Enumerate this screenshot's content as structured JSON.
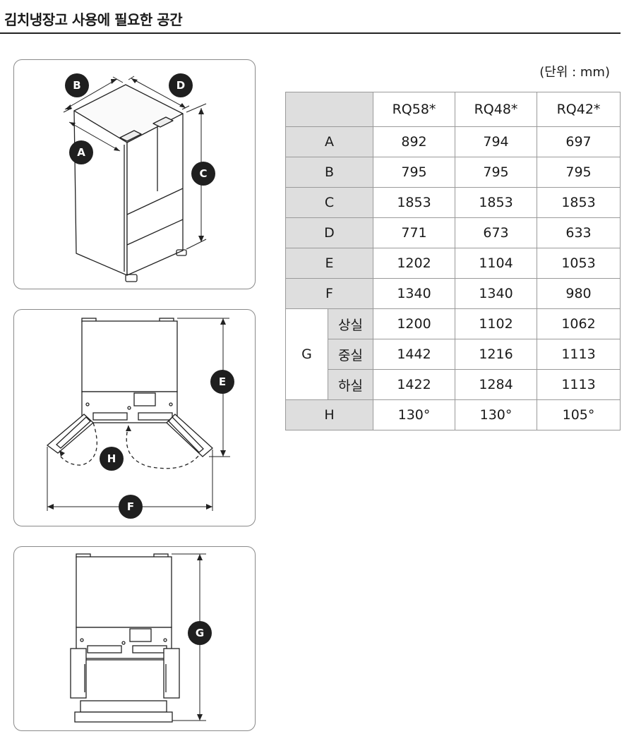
{
  "title": "김치냉장고 사용에 필요한 공간",
  "unit_label": "(단위 : mm)",
  "badges": {
    "a": "A",
    "b": "B",
    "c": "C",
    "d": "D",
    "e": "E",
    "f": "F",
    "g": "G",
    "h": "H"
  },
  "table": {
    "models": [
      "RQ58*",
      "RQ48*",
      "RQ42*"
    ],
    "rows": [
      {
        "label": "A",
        "values": [
          "892",
          "794",
          "697"
        ]
      },
      {
        "label": "B",
        "values": [
          "795",
          "795",
          "795"
        ]
      },
      {
        "label": "C",
        "values": [
          "1853",
          "1853",
          "1853"
        ]
      },
      {
        "label": "D",
        "values": [
          "771",
          "673",
          "633"
        ]
      },
      {
        "label": "E",
        "values": [
          "1202",
          "1104",
          "1053"
        ]
      },
      {
        "label": "F",
        "values": [
          "1340",
          "1340",
          "980"
        ]
      }
    ],
    "group": {
      "label": "G",
      "subrows": [
        {
          "label": "상실",
          "values": [
            "1200",
            "1102",
            "1062"
          ]
        },
        {
          "label": "중실",
          "values": [
            "1442",
            "1216",
            "1113"
          ]
        },
        {
          "label": "하실",
          "values": [
            "1422",
            "1284",
            "1113"
          ]
        }
      ]
    },
    "last_row": {
      "label": "H",
      "values": [
        "130°",
        "130°",
        "105°"
      ]
    }
  }
}
